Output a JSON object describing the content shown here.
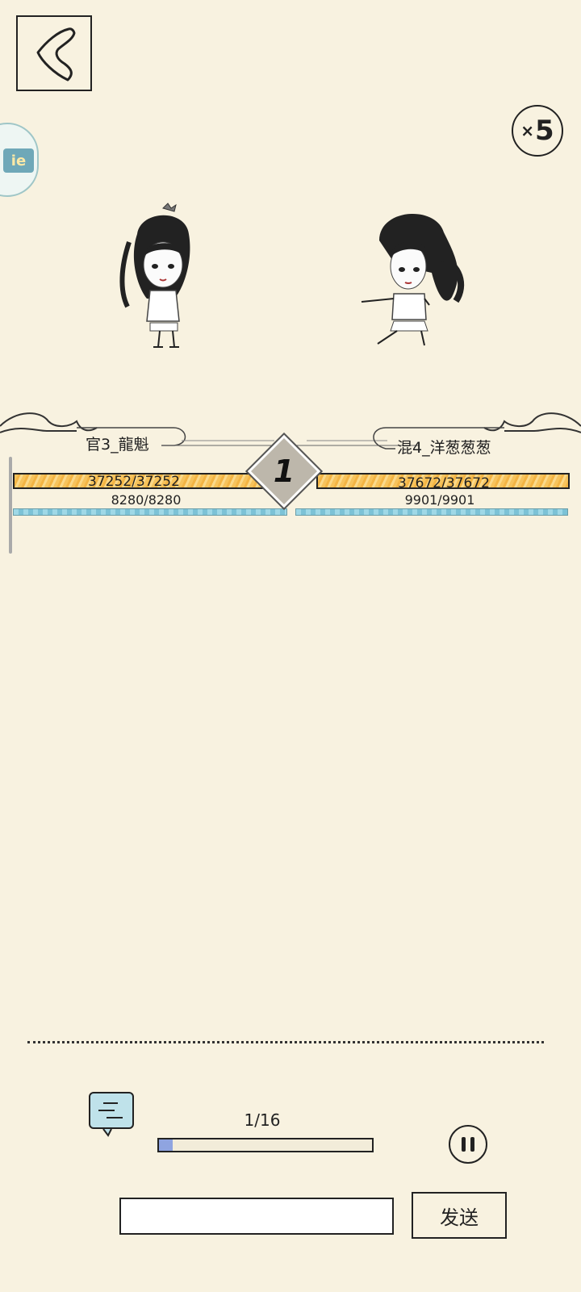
{
  "header": {
    "speed_multiplier": "5",
    "speed_prefix": "×"
  },
  "side_tab": {
    "icon_text": "ie"
  },
  "battle": {
    "round": "1",
    "left": {
      "name": "官3_龍魁",
      "hp_text": "37252/37252",
      "hp_fraction": 1.0,
      "mp_text": "8280/8280",
      "mp_fraction": 1.0
    },
    "right": {
      "name": "混4_洋葱葱葱",
      "hp_text": "37672/37672",
      "hp_fraction": 1.0,
      "mp_text": "9901/9901",
      "mp_fraction": 1.0
    }
  },
  "controls": {
    "progress_text": "1/16",
    "progress_fraction": 0.0625,
    "input_placeholder": "",
    "send_label": "发送"
  },
  "colors": {
    "background": "#f8f2e0",
    "hp": "#f7c35c",
    "mp": "#9fd8e6",
    "progress": "#8fa4e0"
  }
}
